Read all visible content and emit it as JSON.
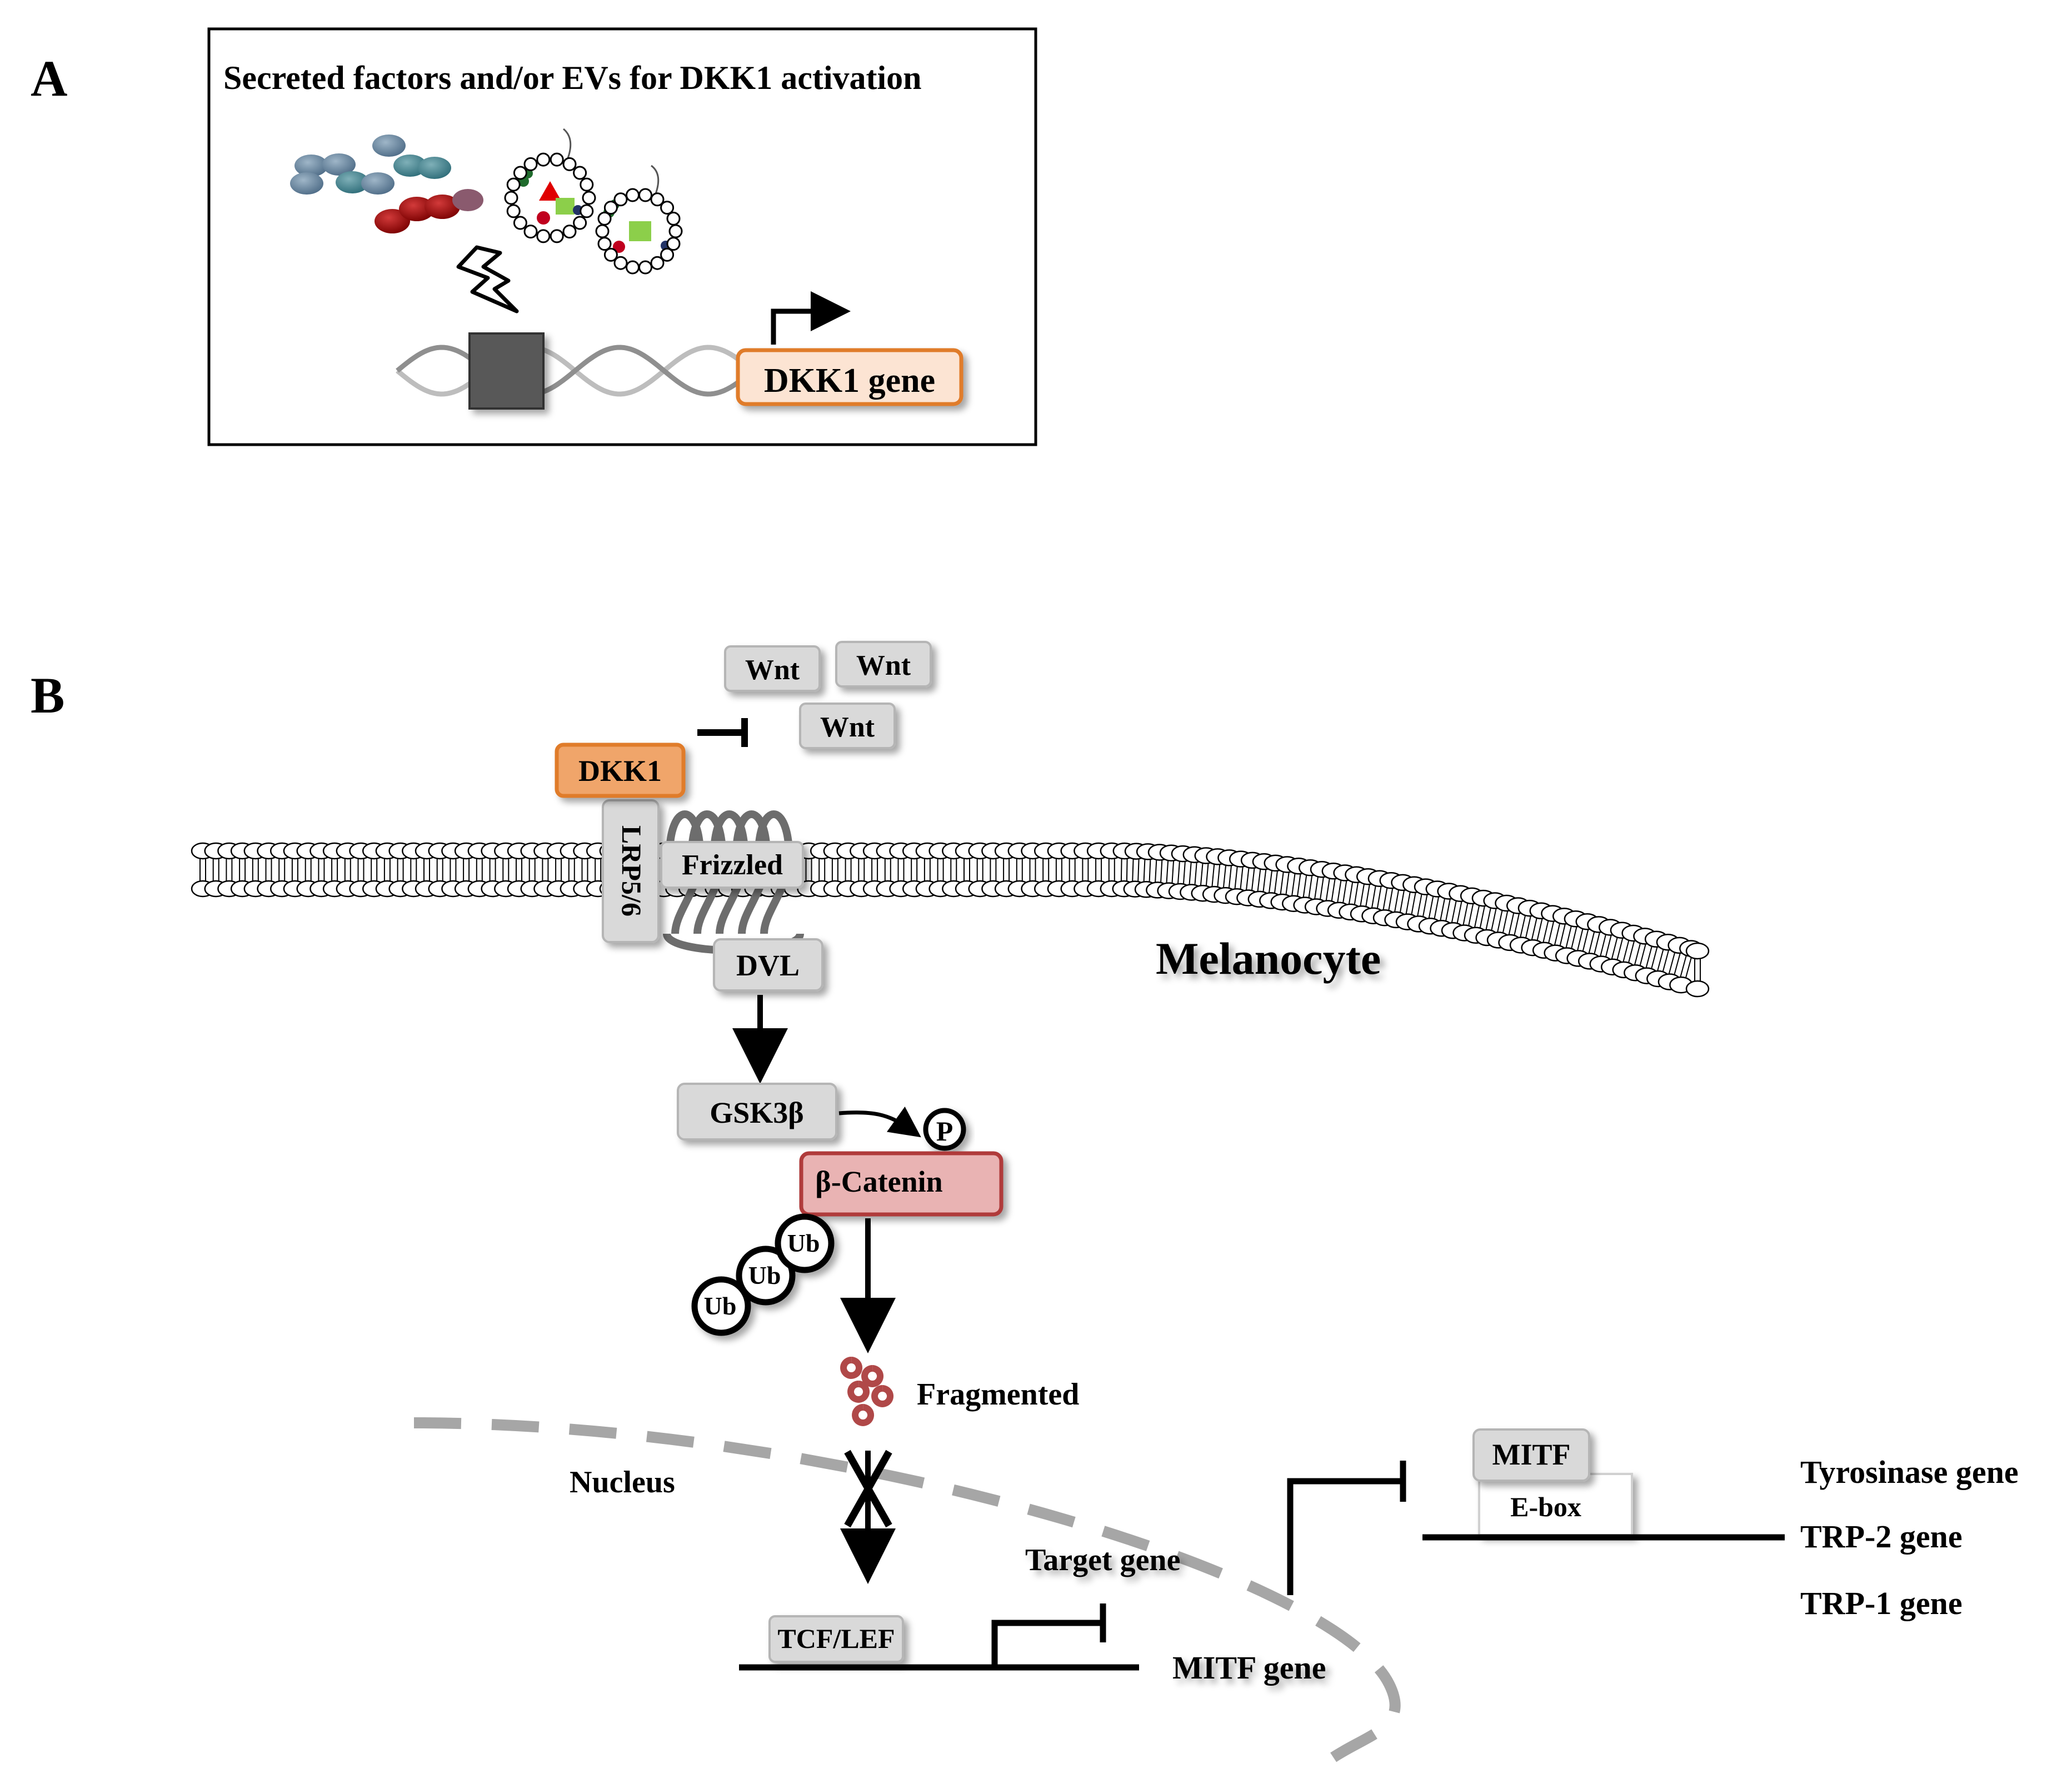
{
  "panel_labels": {
    "a": "A",
    "b": "B"
  },
  "panel_a": {
    "title": "Secreted factors and/or EVs for DKK1 activation",
    "gene_label": "DKK1 gene"
  },
  "panel_b": {
    "wnt_labels": [
      "Wnt",
      "Wnt",
      "Wnt"
    ],
    "dkk1": "DKK1",
    "lrp": "LRP5/6",
    "frizzled": "Frizzled",
    "dvl": "DVL",
    "cell_label": "Melanocyte",
    "gsk": "GSK3β",
    "phospho": "P",
    "catenin": "β-Catenin",
    "ubiquitin": [
      "Ub",
      "Ub",
      "Ub"
    ],
    "fragmented": "Fragmented",
    "nucleus": "Nucleus",
    "target_gene": "Target gene",
    "tcf": "TCF/LEF",
    "mitf_gene": "MITF gene",
    "mitf": "MITF",
    "ebox": "E-box",
    "genes": [
      "Tyrosinase gene",
      "TRP-2 gene",
      "TRP-1 gene"
    ]
  },
  "colors": {
    "dkk1_fill": "#f0a56a",
    "dkk1_stroke": "#e07b2c",
    "catenin_fill": "#e9b3b3",
    "catenin_stroke": "#b03a3a",
    "protein_fill": "#d9d9d9",
    "protein_stroke": "#b5b5b5",
    "nucleus_dash": "#a6a6a6",
    "factor_blue": "#5f7f99",
    "factor_red": "#9b0a0a"
  }
}
